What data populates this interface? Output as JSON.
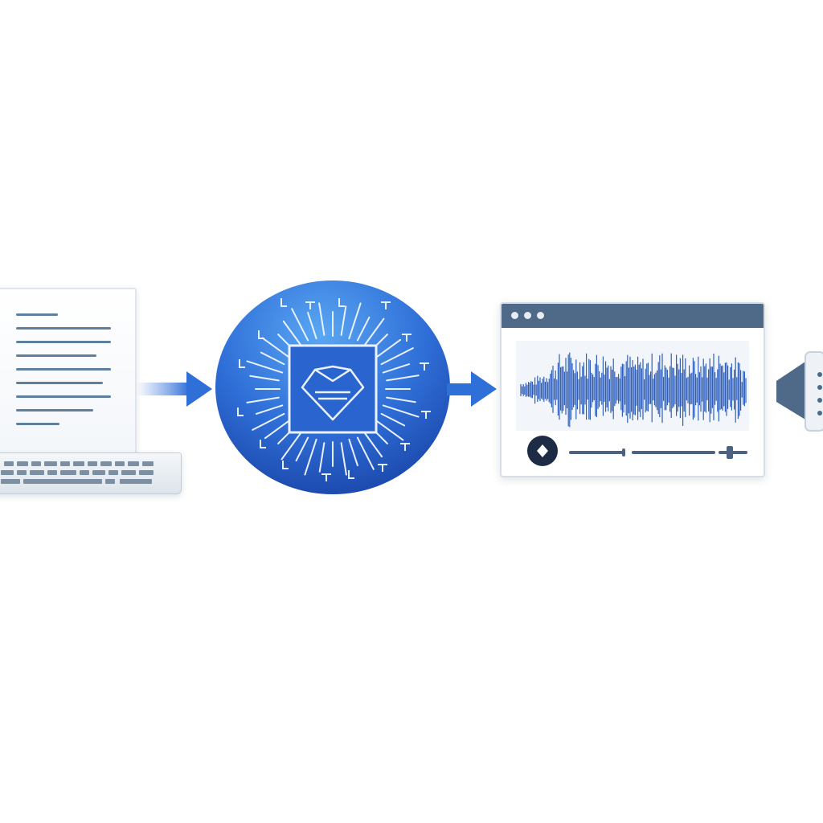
{
  "diagram": {
    "nodes": [
      {
        "id": "document",
        "icon": "document-laptop-icon"
      },
      {
        "id": "processor",
        "icon": "processor-chip-icon"
      },
      {
        "id": "audio_player",
        "icon": "audio-player-window-icon"
      },
      {
        "id": "speaker",
        "icon": "speaker-icon"
      }
    ],
    "edges": [
      {
        "from": "document",
        "to": "processor"
      },
      {
        "from": "processor",
        "to": "audio_player"
      }
    ]
  },
  "colors": {
    "primary_blue": "#2f6fd8",
    "deep_blue": "#1e4fb3",
    "slate": "#4f6a88",
    "navy": "#1d2b45",
    "background": "#ffffff"
  }
}
